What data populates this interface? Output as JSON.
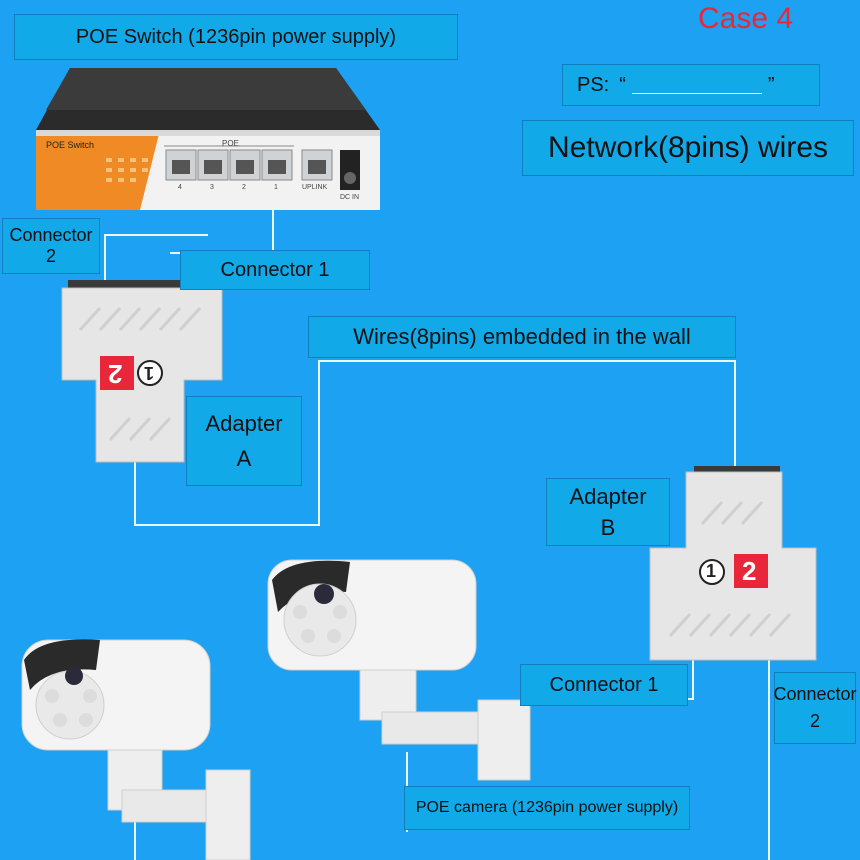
{
  "case_label": "Case 4",
  "switch_label": "POE Switch (1236pin power supply)",
  "ps": {
    "prefix": "PS:",
    "open_quote": "“",
    "close_quote": "”"
  },
  "network_label": "Network(8pins) wires",
  "connector2_top": [
    "Connector",
    "2"
  ],
  "connector1_top": "Connector 1",
  "wall_wires": "Wires(8pins) embedded in the wall",
  "adapter_a": [
    "Adapter",
    "A"
  ],
  "adapter_b": [
    "Adapter",
    "B"
  ],
  "connector1_bottom": "Connector 1",
  "connector2_bottom": [
    "Connector",
    "2"
  ],
  "poe_camera": "POE camera (1236pin power supply)",
  "switch_device": {
    "brand": "POE Switch",
    "poe_header": "POE",
    "port_numbers": [
      "4",
      "3",
      "2",
      "1"
    ],
    "uplink": "UPLINK",
    "dc_in": "DC IN"
  },
  "adapter_ports": {
    "one": "1",
    "two": "2"
  },
  "colors": {
    "background": "#1da1f2",
    "label_bg": "#12a9e9",
    "accent_red": "#e8283a",
    "switch_orange": "#f08a24"
  }
}
